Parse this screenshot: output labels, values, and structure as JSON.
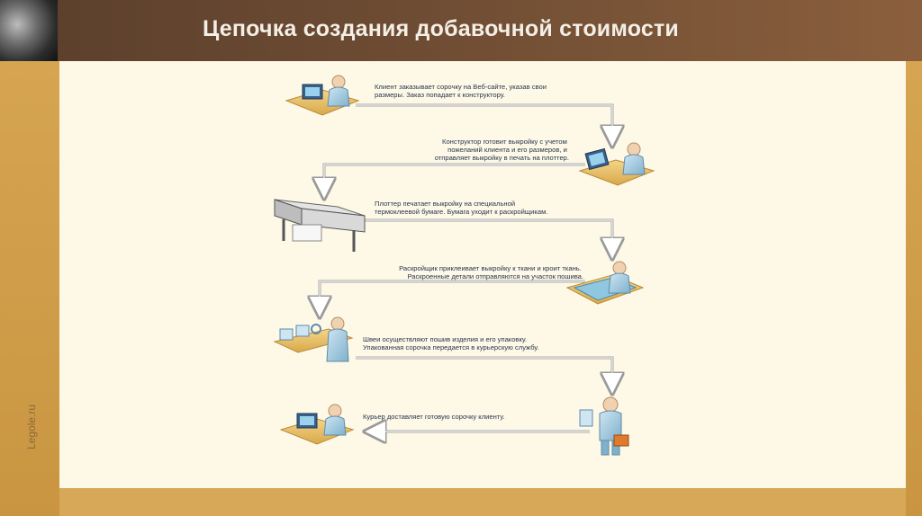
{
  "header": {
    "title": "Цепочка создания добавочной стоимости"
  },
  "watermark": "Legole.ru",
  "steps": [
    {
      "lines": [
        "Клиент заказывает сорочку на Веб-сайте, указав свои",
        "размеры. Заказ попадает к конструктору."
      ]
    },
    {
      "lines": [
        "Конструктор готовит выкройку с учетом",
        "пожеланий клиента и его размеров, и",
        "отправляет выкройку в печать на плоттер."
      ]
    },
    {
      "lines": [
        "Плоттер печатает выкройку на специальной",
        "термоклеевой бумаге. Бумага уходит к раскройщикам."
      ]
    },
    {
      "lines": [
        "Раскройщик приклеивает выкройку к ткани и кроит ткань.",
        "Раскроенные детали отправляются на участок пошива."
      ]
    },
    {
      "lines": [
        "Швеи осуществляют пошив изделия и его упаковку.",
        "Упакованная сорочка передается в курьерскую службу."
      ]
    },
    {
      "lines": [
        "Курьер доставляет готовую сорочку клиенту."
      ]
    }
  ],
  "colors": {
    "title_bar": "#6e4c33",
    "panel": "#fdf9e6",
    "accent": "#d6a552",
    "text": "#2a3550"
  },
  "icons": [
    "client-computer-icon",
    "designer-desk-icon",
    "plotter-icon",
    "cutter-table-icon",
    "sewing-line-icon",
    "courier-icon",
    "client-computer-icon"
  ]
}
